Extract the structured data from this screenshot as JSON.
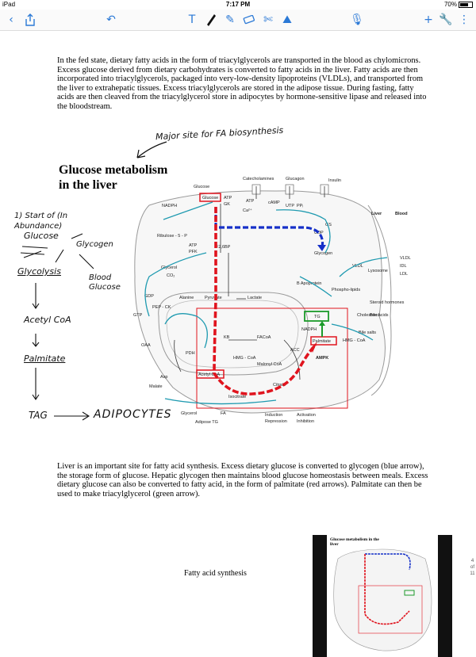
{
  "status": {
    "device": "iPad",
    "time": "7:17 PM",
    "battery": "70%"
  },
  "paragraph_top": "In the fed state, dietary fatty acids in the form of triacylglycerols are transported in the blood as chylomicrons. Excess glucose derived from dietary carbohydrates is converted to fatty acids in the liver. Fatty acids are then incorporated into triacylglycerols, packaged into very-low-density lipoproteins (VLDLs), and transported from the liver to extrahepatic tissues. Excess triacylglycerols are stored in the adipose tissue. During fasting, fatty acids are then cleaved from the triacylglycerol store in adipocytes by hormone-sensitive lipase and released into the bloodstream.",
  "handnote_top": "Major site for FA biosynthesis",
  "figure_title_line1": "Glucose metabolism",
  "figure_title_line2": "in the liver",
  "hand_list": [
    "1) Start of (In Abundance)",
    "Glucose",
    "Glycogen",
    "Glycolysis",
    "Blood Glucose",
    "Acetyl CoA",
    "Palmitate",
    "TAG",
    "ADIPOCYTES"
  ],
  "diagram_labels": {
    "glucose_top": "Glucose",
    "catecholamines": "Catecholamines",
    "glucagon": "Glucagon",
    "insulin": "Insulin",
    "atp": "ATP",
    "camp": "cAMP",
    "glucose_box": "Glucose",
    "gk": "GK",
    "ca": "Ca²⁺",
    "nadph": "NADPH",
    "ribulose": "Ribulose - 5 - P",
    "pfk": "PFK",
    "f26bp": "F2,6BP",
    "glycerol": "Glycerol",
    "co2": "CO₂",
    "alanine": "Alanine",
    "pyruvate": "Pyruvate",
    "lactate": "Lactate",
    "gdp": "GDP",
    "pepck": "PEP - CK",
    "gtp": "GTP",
    "oaa": "OAA",
    "malate": "Malate",
    "asp": "Asp",
    "pdh": "PDH",
    "acetyl_coa": "Acetyl CoA",
    "citrate": "Citrate",
    "isocitrate": "Isocitrate",
    "hmg_coa": "HMG - CoA",
    "kb": "KB",
    "faco_a": "FACoA",
    "malonyl": "Malonyl CoA",
    "palmitate_box": "Palmitate",
    "tg_box": "TG",
    "nadph2": "NADPH",
    "ampk": "AMPK",
    "acc": "ACC",
    "glycogen": "Glycogen",
    "udp": "UDP",
    "gs": "GS",
    "utp": "UTP",
    "ppi": "PPᵢ",
    "liver": "Liver",
    "blood": "Blood",
    "vldl": "VLDL",
    "idl": "IDL",
    "ldl": "LDL",
    "lysosome": "Lysosome",
    "b_apoprotein": "B Apoprotein",
    "phospholipids": "Phospho-lipids",
    "cholesterol": "Cholesterol",
    "steroid": "Steroid hormones",
    "bile": "Bile acids",
    "bile_salts": "Bile salts",
    "hmg2": "HMG - CoA",
    "adipose_tg": "Adipose TG",
    "glycerol2": "Glycerol",
    "fa": "FA",
    "legend_induction": "Induction",
    "legend_repression": "Repression",
    "legend_activation": "Activation",
    "legend_inhibition": "Inhibition"
  },
  "paragraph_bottom": "Liver is an important site for fatty acid synthesis. Excess dietary glucose is converted to glycogen (blue arrow), the storage form of glucose. Hepatic glycogen then maintains blood glucose homeostasis between meals. Excess dietary glucose can also be converted to fatty acid, in the form of palmitate (red arrows). Palmitate can then be used to make triacylglycerol (green arrow).",
  "caption": "Fatty acid synthesis",
  "thumb_title": "Glucose metabolism in the liver",
  "side_index": [
    "4",
    "of",
    "11"
  ],
  "colors": {
    "blue_arrow": "#1530c8",
    "red_arrow": "#e0141e",
    "green_arrow": "#1b9a2a",
    "teal": "#1e9ab0",
    "ui_blue": "#2b79d6"
  }
}
